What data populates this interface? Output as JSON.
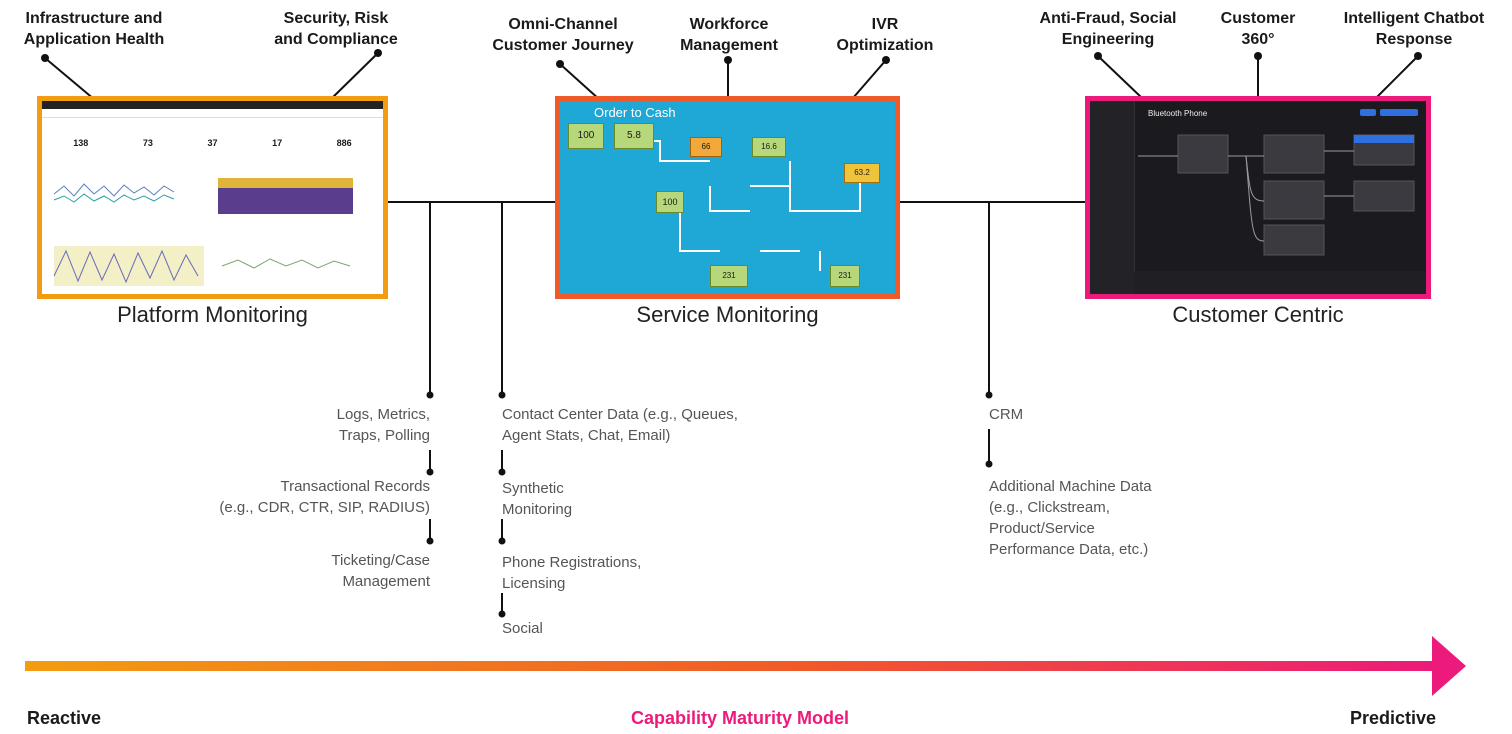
{
  "top_labels": {
    "infra": "Infrastructure and\nApplication Health",
    "security": "Security, Risk\nand Compliance",
    "omni": "Omni-Channel\nCustomer Journey",
    "workforce": "Workforce\nManagement",
    "ivr": "IVR\nOptimization",
    "antifraud": "Anti-Fraud, Social\nEngineering",
    "customer360": "Customer\n360°",
    "chatbot": "Intelligent Chatbot\nResponse"
  },
  "sections": {
    "platform": "Platform Monitoring",
    "service": "Service Monitoring",
    "customer": "Customer Centric"
  },
  "platform_screenshot": {
    "kpis": [
      "138",
      "73",
      "37",
      "17",
      "886"
    ]
  },
  "service_screenshot": {
    "title": "Order to Cash",
    "values": [
      "100",
      "5.8",
      "66",
      "16.6",
      "63.2",
      "100",
      "231",
      "231"
    ]
  },
  "customer_screenshot": {
    "header": "Bluetooth Phone"
  },
  "sources_platform": [
    "Logs, Metrics,\nTraps, Polling",
    "Transactional Records\n(e.g., CDR, CTR, SIP, RADIUS)",
    "Ticketing/Case\nManagement"
  ],
  "sources_service": [
    "Contact Center Data (e.g., Queues,\nAgent Stats, Chat, Email)",
    "Synthetic\nMonitoring",
    "Phone Registrations,\nLicensing",
    "Social"
  ],
  "sources_customer": [
    "CRM",
    "Additional Machine Data\n(e.g., Clickstream,\nProduct/Service\nPerformance Data, etc.)"
  ],
  "bottom": {
    "reactive": "Reactive",
    "model": "Capability Maturity Model",
    "predictive": "Predictive"
  },
  "colors": {
    "platform_border": "#f39c12",
    "service_border": "#f05a28",
    "customer_border": "#ec1a7a",
    "arrow_start": "#f39c12",
    "arrow_end": "#ec1a7a",
    "model_text": "#ec1a7a"
  }
}
